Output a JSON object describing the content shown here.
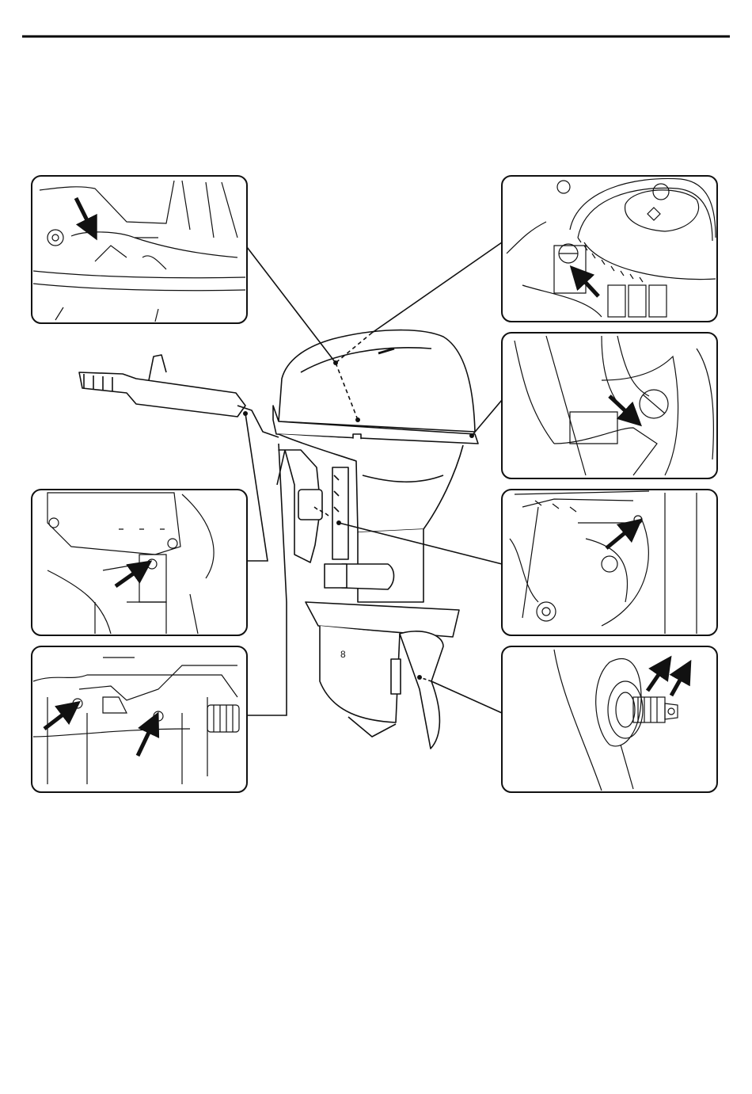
{
  "page": {
    "rule_color": "#000000",
    "line_color": "#111111",
    "background": "#ffffff"
  },
  "figure": {
    "panels": [
      {
        "id": "tl",
        "icon": "arrow-icon",
        "arrows": 1
      },
      {
        "id": "ml",
        "icon": "arrow-icon",
        "arrows": 1
      },
      {
        "id": "bl",
        "icon": "arrow-icon",
        "arrows": 2
      },
      {
        "id": "tr",
        "icon": "arrow-icon",
        "arrows": 1
      },
      {
        "id": "r2",
        "icon": "arrow-icon",
        "arrows": 1
      },
      {
        "id": "r3",
        "icon": "arrow-icon",
        "arrows": 1
      },
      {
        "id": "br",
        "icon": "arrow-icon",
        "arrows": 2
      }
    ],
    "markings": {
      "lower_unit_mark": "8"
    }
  }
}
